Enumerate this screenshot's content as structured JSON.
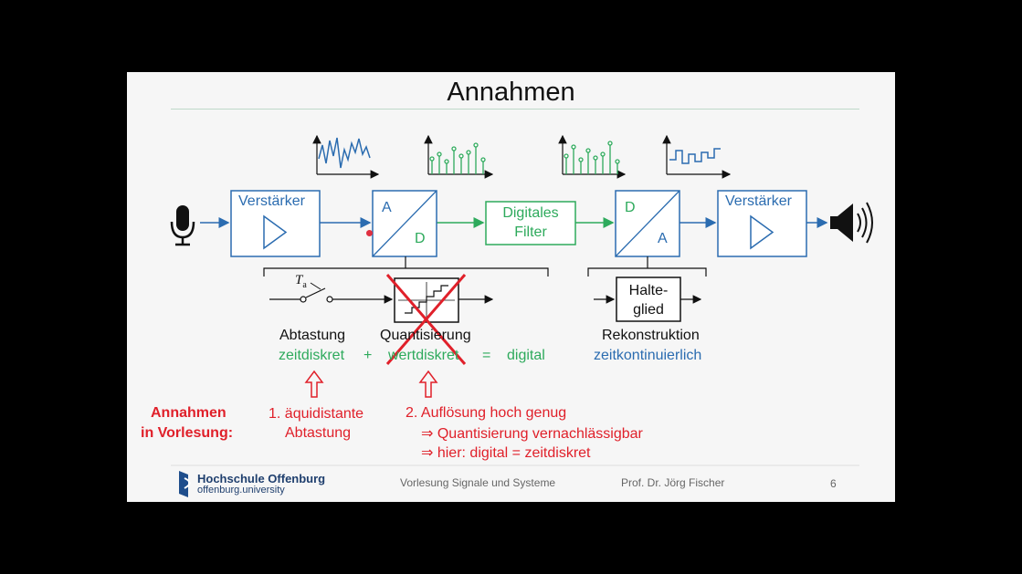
{
  "slide": {
    "title": "Annahmen",
    "blocks": {
      "amp_in": "Verstärker",
      "adc_a": "A",
      "adc_d": "D",
      "filter_line1": "Digitales",
      "filter_line2": "Filter",
      "dac_d": "D",
      "dac_a": "A",
      "amp_out": "Verstärker",
      "hold_line1": "Halte-",
      "hold_line2": "glied",
      "switch_label": "T",
      "switch_sub": "a"
    },
    "labels": {
      "abtastung": "Abtastung",
      "quantisierung": "Quantisierung",
      "rekonstruktion": "Rekonstruktion",
      "zeitdiskret": "zeitdiskret",
      "plus": "+",
      "wertdiskret": "wertdiskret",
      "equals": "=",
      "digital": "digital",
      "zeitkontinuierlich": "zeitkontinuierlich"
    },
    "assumptions": {
      "heading_line1": "Annahmen",
      "heading_line2": "in Vorlesung:",
      "item1_line1": "1. äquidistante",
      "item1_line2": "Abtastung",
      "item2_line1": "2. Auflösung hoch genug",
      "item2_line2": "⇒ Quantisierung vernachlässigbar",
      "item2_line3": "⇒ hier: digital = zeitdiskret"
    },
    "footer": {
      "university": "Hochschule Offenburg",
      "university_url": "offenburg.university",
      "course": "Vorlesung Signale und Systeme",
      "author": "Prof. Dr. Jörg Fischer",
      "page": "6"
    },
    "colors": {
      "blue": "#2b6cb0",
      "green": "#2eaa5c",
      "red": "#e0202a"
    }
  }
}
